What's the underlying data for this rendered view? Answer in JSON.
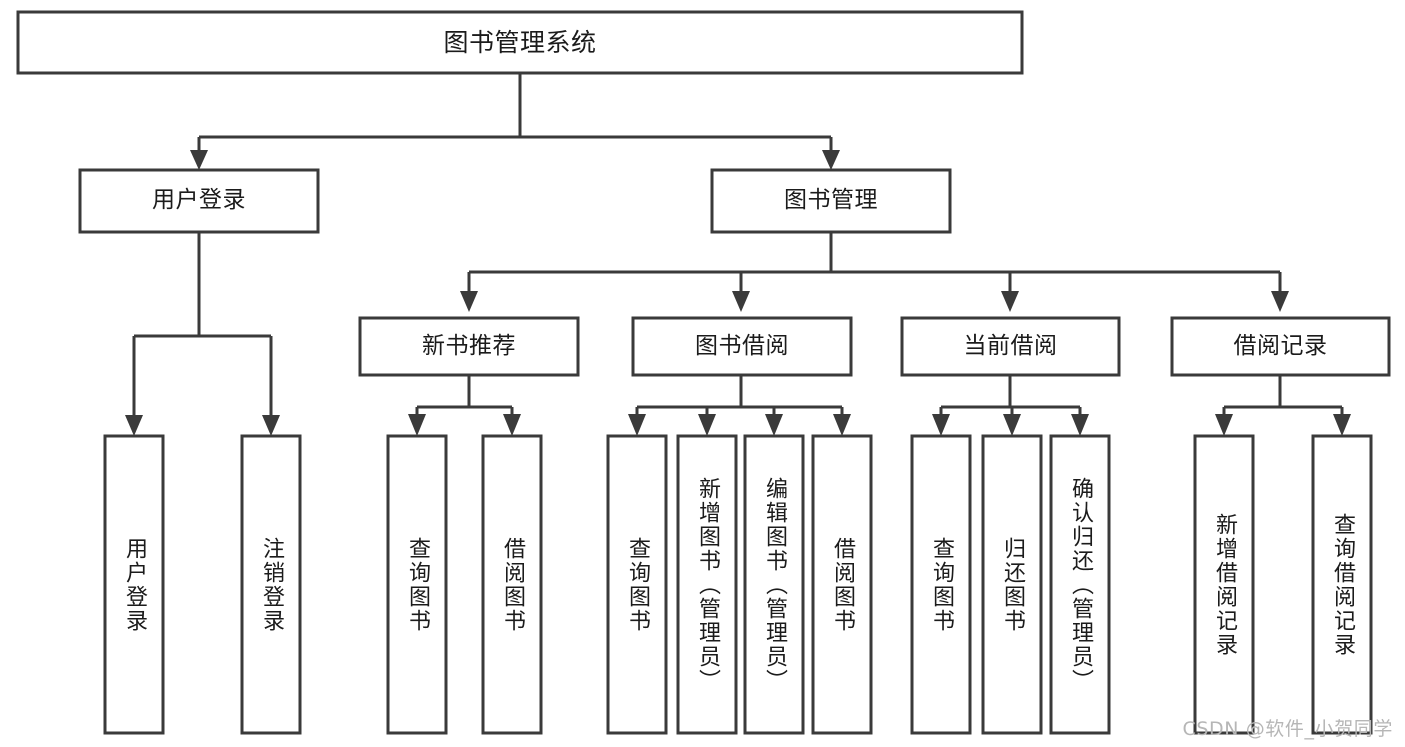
{
  "diagram": {
    "title": "图书管理系统",
    "type": "tree-hierarchy",
    "watermark": "CSDN @软件_小贺同学",
    "colors": {
      "stroke": "#3a3a3a",
      "box_fill": "#ffffff",
      "text": "#1b1b1b",
      "background": "#ffffff",
      "watermark": "#b6b6b6"
    },
    "root": {
      "label": "图书管理系统"
    },
    "level2": [
      {
        "label": "用户登录"
      },
      {
        "label": "图书管理"
      }
    ],
    "level3": [
      {
        "label": "新书推荐"
      },
      {
        "label": "图书借阅"
      },
      {
        "label": "当前借阅"
      },
      {
        "label": "借阅记录"
      }
    ],
    "leaves": {
      "user_login": [
        {
          "label": "用户登录"
        },
        {
          "label": "注销登录"
        }
      ],
      "new_book_recommend": [
        {
          "label": "查询图书"
        },
        {
          "label": "借阅图书"
        }
      ],
      "book_borrow": [
        {
          "label": "查询图书"
        },
        {
          "label": "新增图书（管理员）"
        },
        {
          "label": "编辑图书（管理员）"
        },
        {
          "label": "借阅图书"
        }
      ],
      "current_borrow": [
        {
          "label": "查询图书"
        },
        {
          "label": "归还图书"
        },
        {
          "label": "确认归还（管理员）"
        }
      ],
      "borrow_record": [
        {
          "label": "新增借阅记录"
        },
        {
          "label": "查询借阅记录"
        }
      ]
    }
  }
}
